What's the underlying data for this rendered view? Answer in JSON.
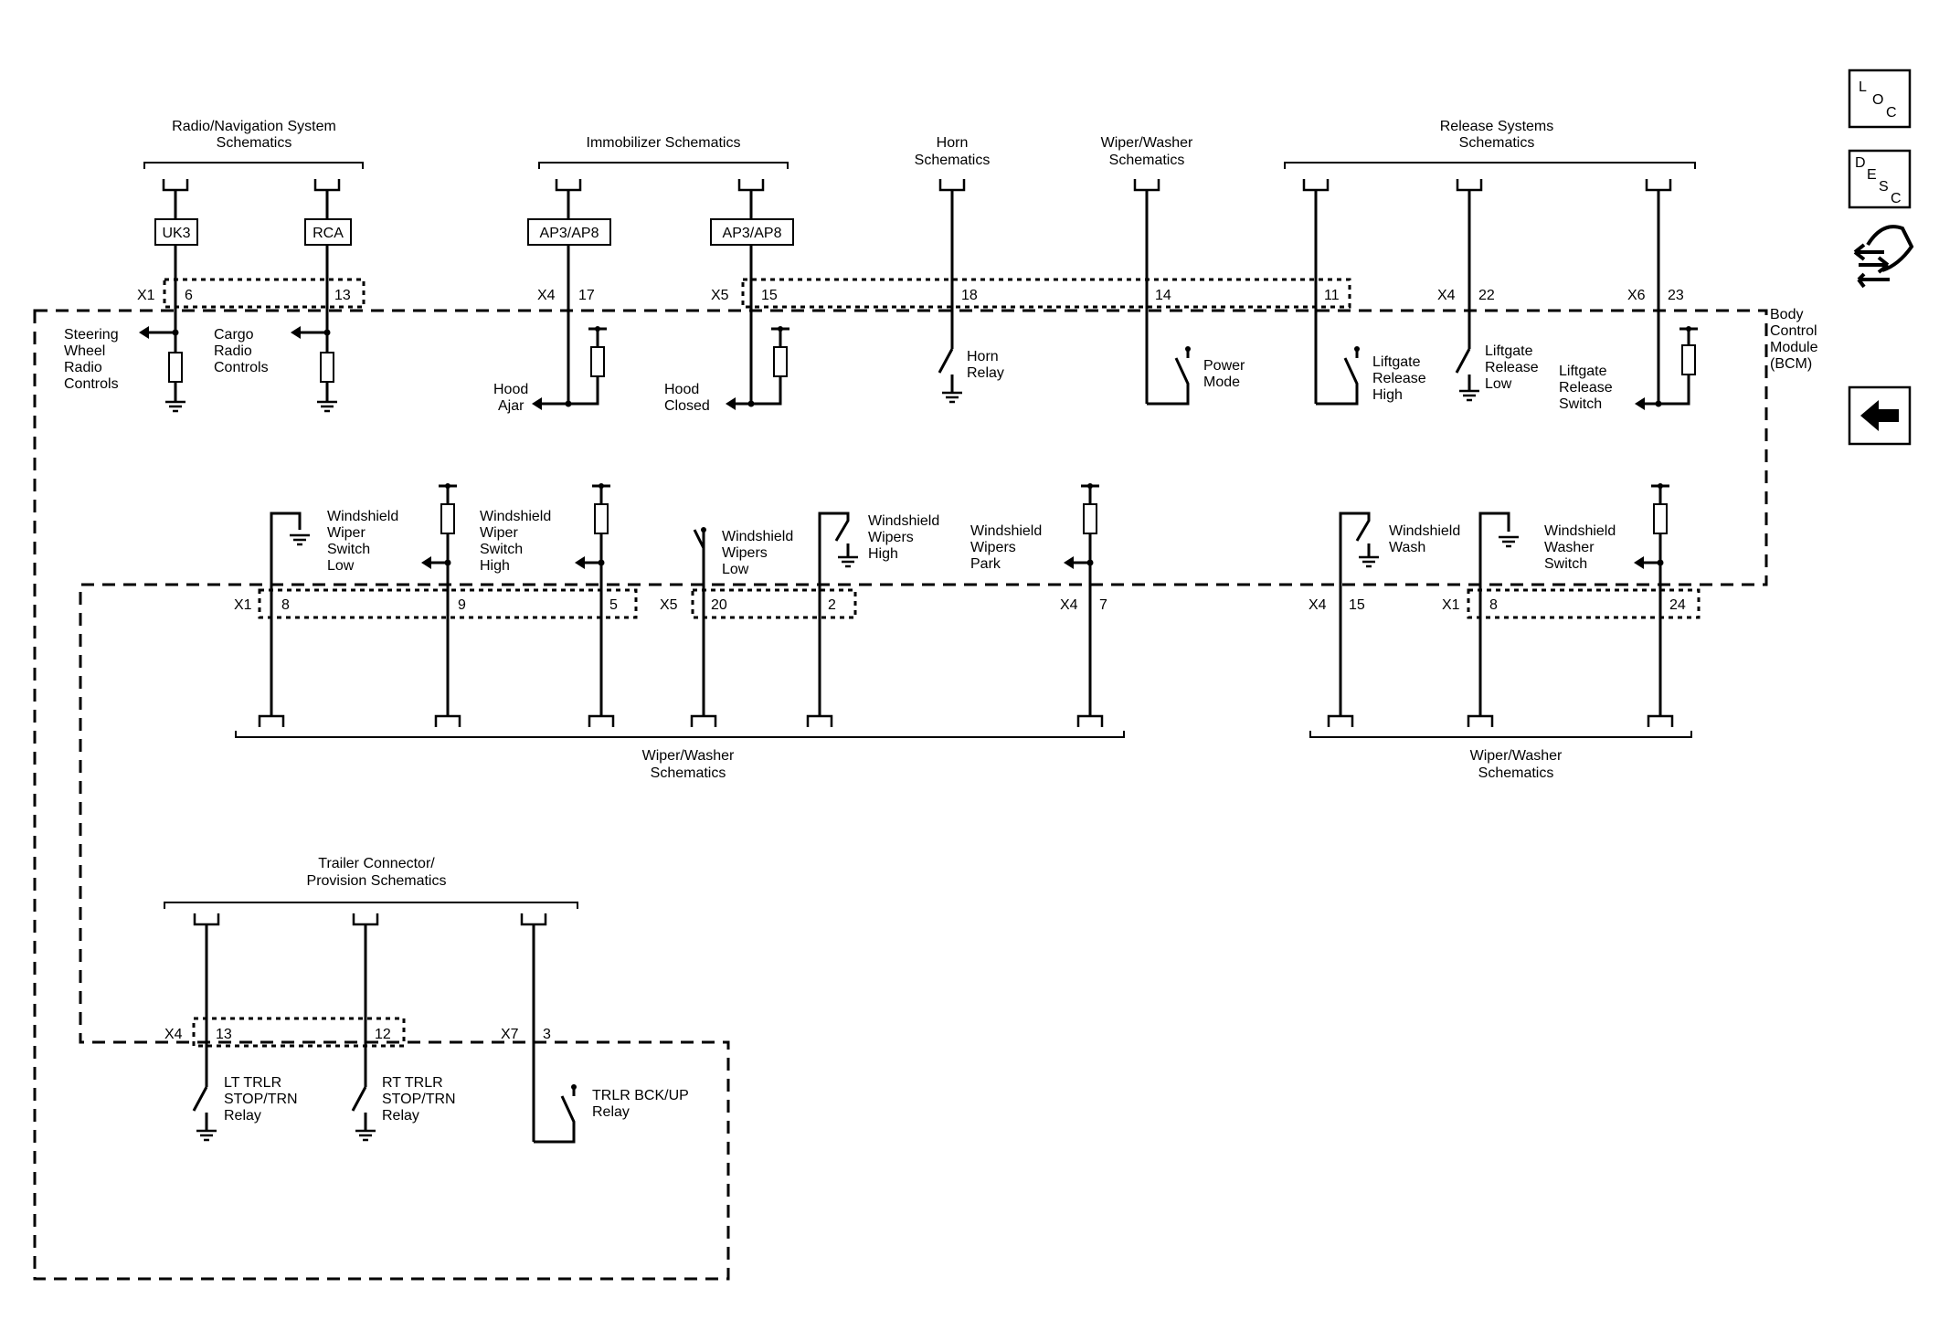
{
  "bcm": {
    "line1": "Body",
    "line2": "Control",
    "line3": "Module",
    "line4": "(BCM)"
  },
  "nav": {
    "loc": {
      "l1": "L",
      "l2": "O",
      "l3": "C"
    },
    "desc": {
      "l1": "D",
      "l2": "E",
      "l3": "S",
      "l4": "C"
    }
  },
  "top_groups": {
    "radio": {
      "l1": "Radio/Navigation System",
      "l2": "Schematics"
    },
    "immob": {
      "l1": "Immobilizer Schematics"
    },
    "horn": {
      "l1": "Horn",
      "l2": "Schematics"
    },
    "wiper": {
      "l1": "Wiper/Washer",
      "l2": "Schematics"
    },
    "release": {
      "l1": "Release Systems",
      "l2": "Schematics"
    }
  },
  "options": {
    "uk3": "UK3",
    "rca": "RCA",
    "ap1": "AP3/AP8",
    "ap2": "AP3/AP8"
  },
  "connectors": {
    "x1a": "X1",
    "x4a": "X4",
    "x5a": "X5",
    "x4b": "X4",
    "x6a": "X6",
    "x1b": "X1",
    "x5b": "X5",
    "x4c": "X4",
    "x4d": "X4",
    "x1c": "X1",
    "x4e": "X4",
    "x7a": "X7"
  },
  "pins": {
    "p6": "6",
    "p13": "13",
    "p17": "17",
    "p15": "15",
    "p18": "18",
    "p14": "14",
    "p11": "11",
    "p22": "22",
    "p23": "23",
    "p8a": "8",
    "p9": "9",
    "p5": "5",
    "p20": "20",
    "p2": "2",
    "p7": "7",
    "p15b": "15",
    "p8b": "8",
    "p24": "24",
    "p13b": "13",
    "p12": "12",
    "p3": "3"
  },
  "labels": {
    "steering": {
      "l1": "Steering",
      "l2": "Wheel",
      "l3": "Radio",
      "l4": "Controls"
    },
    "cargo": {
      "l1": "Cargo",
      "l2": "Radio",
      "l3": "Controls"
    },
    "hood_ajar": {
      "l1": "Hood",
      "l2": "Ajar"
    },
    "hood_closed": {
      "l1": "Hood",
      "l2": "Closed"
    },
    "horn_relay": {
      "l1": "Horn",
      "l2": "Relay"
    },
    "power_mode": {
      "l1": "Power",
      "l2": "Mode"
    },
    "lift_high": {
      "l1": "Liftgate",
      "l2": "Release",
      "l3": "High"
    },
    "lift_low": {
      "l1": "Liftgate",
      "l2": "Release",
      "l3": "Low"
    },
    "lift_switch": {
      "l1": "Liftgate",
      "l2": "Release",
      "l3": "Switch"
    },
    "ws_low": {
      "l1": "Windshield",
      "l2": "Wiper",
      "l3": "Switch",
      "l4": "Low"
    },
    "ws_high": {
      "l1": "Windshield",
      "l2": "Wiper",
      "l3": "Switch",
      "l4": "High"
    },
    "wipers_low": {
      "l1": "Windshield",
      "l2": "Wipers",
      "l3": "Low"
    },
    "wipers_high": {
      "l1": "Windshield",
      "l2": "Wipers",
      "l3": "High"
    },
    "wipers_park": {
      "l1": "Windshield",
      "l2": "Wipers",
      "l3": "Park"
    },
    "ws_wash": {
      "l1": "Windshield",
      "l2": "Wash"
    },
    "ws_washer_switch": {
      "l1": "Windshield",
      "l2": "Washer",
      "l3": "Switch"
    },
    "lt_trlr": {
      "l1": "LT TRLR",
      "l2": "STOP/TRN",
      "l3": "Relay"
    },
    "rt_trlr": {
      "l1": "RT TRLR",
      "l2": "STOP/TRN",
      "l3": "Relay"
    },
    "trlr_bck": {
      "l1": "TRLR BCK/UP",
      "l2": "Relay"
    }
  },
  "bottom_groups": {
    "wiper1": {
      "l1": "Wiper/Washer",
      "l2": "Schematics"
    },
    "wiper2": {
      "l1": "Wiper/Washer",
      "l2": "Schematics"
    },
    "trailer": {
      "l1": "Trailer Connector/",
      "l2": "Provision Schematics"
    }
  }
}
